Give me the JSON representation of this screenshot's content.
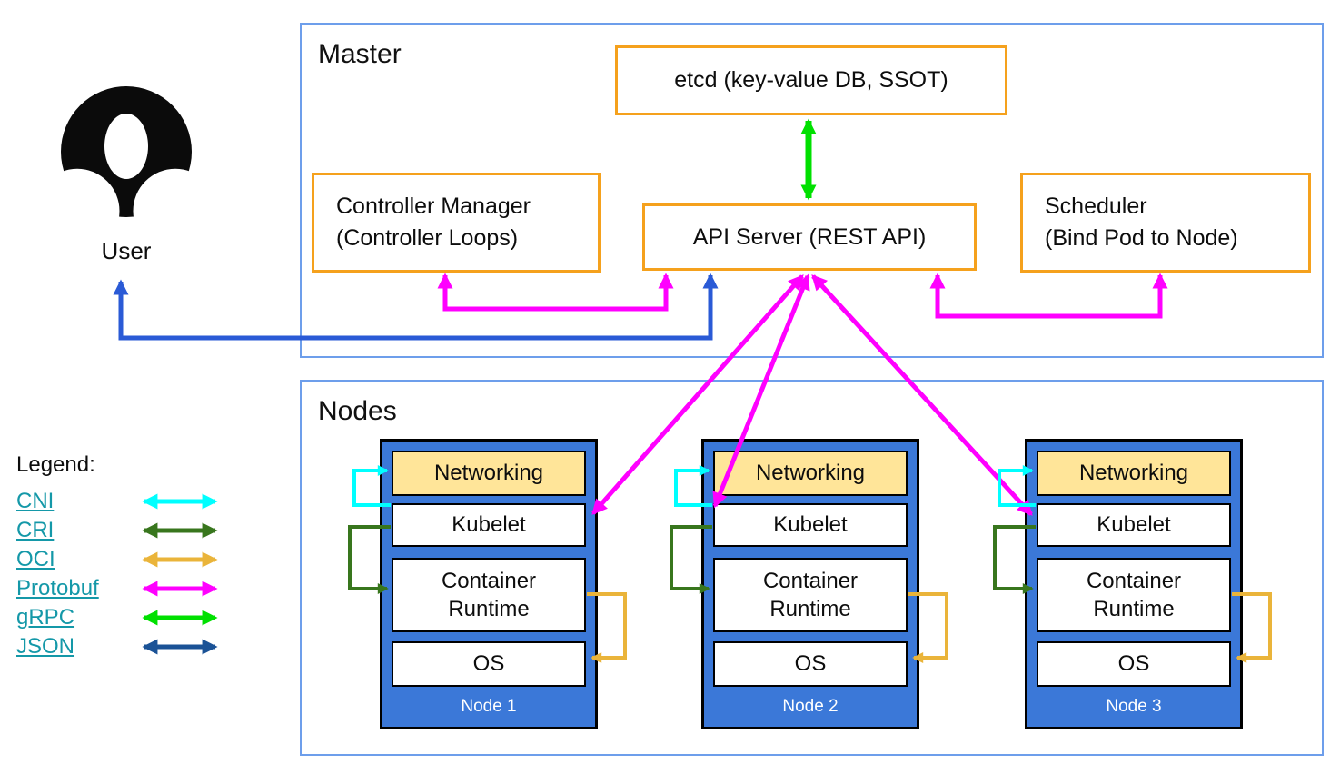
{
  "master": {
    "title": "Master",
    "etcd": "etcd (key-value DB, SSOT)",
    "api_server": "API Server (REST API)",
    "controller_manager": {
      "line1": "Controller Manager",
      "line2": "(Controller Loops)"
    },
    "scheduler": {
      "line1": "Scheduler",
      "line2": "(Bind Pod to Node)"
    }
  },
  "user": {
    "label": "User"
  },
  "nodes": {
    "title": "Nodes",
    "items": [
      {
        "name": "Node 1",
        "layers": [
          "Networking",
          "Kubelet",
          "Container Runtime",
          "OS"
        ]
      },
      {
        "name": "Node 2",
        "layers": [
          "Networking",
          "Kubelet",
          "Container Runtime",
          "OS"
        ]
      },
      {
        "name": "Node 3",
        "layers": [
          "Networking",
          "Kubelet",
          "Container Runtime",
          "OS"
        ]
      }
    ]
  },
  "legend": {
    "title": "Legend:",
    "entries": [
      {
        "label": "CNI",
        "color": "#00ffff"
      },
      {
        "label": "CRI",
        "color": "#38761d"
      },
      {
        "label": "OCI",
        "color": "#eab43a"
      },
      {
        "label": "Protobuf",
        "color": "#ff00ff"
      },
      {
        "label": "gRPC",
        "color": "#00e000"
      },
      {
        "label": "JSON",
        "color": "#1a5296"
      }
    ]
  },
  "colors": {
    "cni": "#00ffff",
    "cri": "#38761d",
    "oci": "#eab43a",
    "protobuf": "#ff00ff",
    "grpc": "#00e000",
    "json": "#1a5296",
    "userblue": "#2a5ad6",
    "orange": "#f5a11d",
    "nodeblue": "#3b78d8",
    "cream": "#ffe599",
    "sectionborder": "#6d9eeb",
    "link": "#1498a8"
  }
}
